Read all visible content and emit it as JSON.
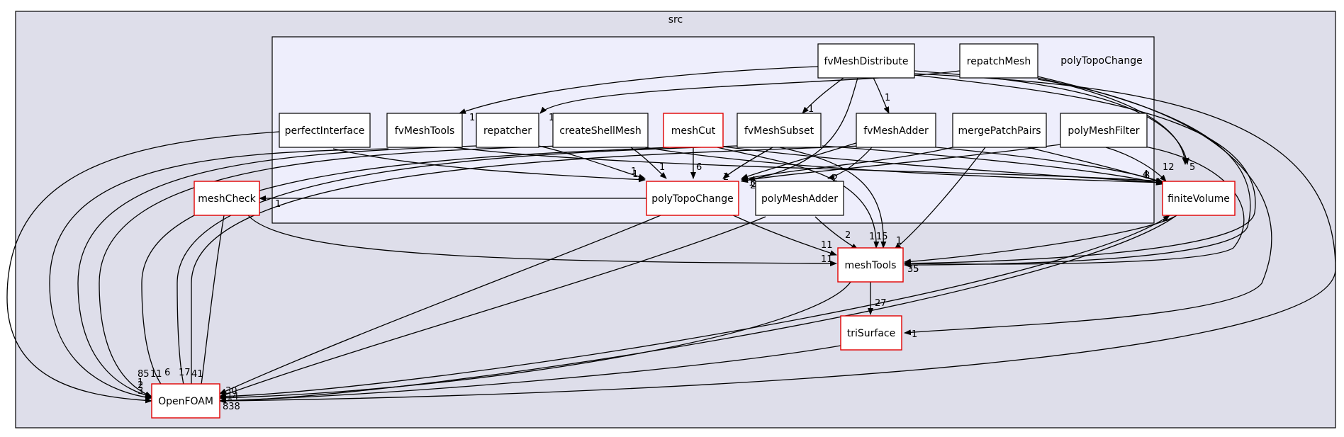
{
  "outer_cluster": {
    "title": "src"
  },
  "inner_cluster": {
    "title": "polyTopoChange"
  },
  "colors": {
    "outer_fill": "#dedeea",
    "inner_fill": "#eeeefc",
    "node_fill": "#ffffff",
    "red_border": "#e00000",
    "black_border": "#000000",
    "edge": "#000000"
  },
  "nodes": {
    "fvMeshDistribute": "fvMeshDistribute",
    "repatchMesh": "repatchMesh",
    "perfectInterface": "perfectInterface",
    "fvMeshTools": "fvMeshTools",
    "repatcher": "repatcher",
    "createShellMesh": "createShellMesh",
    "meshCut": "meshCut",
    "fvMeshSubset": "fvMeshSubset",
    "fvMeshAdder": "fvMeshAdder",
    "mergePatchPairs": "mergePatchPairs",
    "polyMeshFilter": "polyMeshFilter",
    "meshCheck": "meshCheck",
    "polyTopoChange": "polyTopoChange",
    "polyMeshAdder": "polyMeshAdder",
    "finiteVolume": "finiteVolume",
    "meshTools": "meshTools",
    "triSurface": "triSurface",
    "OpenFOAM": "OpenFOAM"
  },
  "edge_labels": {
    "fmd_fvMeshTools": "1",
    "fmd_fvMeshSubset": "1",
    "fmd_fvMeshAdder": "1",
    "rpm_repatcher": "1",
    "fmd_finite_vol": "5",
    "mc_ptc": "6",
    "csm_ptc": "1",
    "fms_ptc": "2",
    "ptc_left_1": "1",
    "ptc_left_2": "1",
    "ptc_right_1": "1",
    "ptc_right_2": "2",
    "ptc_right_3": "3",
    "fma_pma": "2",
    "ptc_meshCheck": "1",
    "fv_12": "12",
    "fv_4": "4",
    "fv_8": "8",
    "ptc_mt": "11",
    "mck_mt": "11",
    "pma_mt": "2",
    "mt_top_1": "1",
    "mt_top_15": "15",
    "mt_top_1b": "1",
    "mt_right": "5",
    "mt_right_b": "35",
    "fv_mt": "2",
    "mt_tri": "27",
    "tri_in": "1",
    "of_85": "85",
    "of_11": "11",
    "of_6": "6",
    "of_17": "17",
    "of_41": "41",
    "of_1": "1",
    "of_3": "3",
    "of_2": "2",
    "of_r1": "30",
    "of_r2": "14",
    "of_r3": "838"
  }
}
